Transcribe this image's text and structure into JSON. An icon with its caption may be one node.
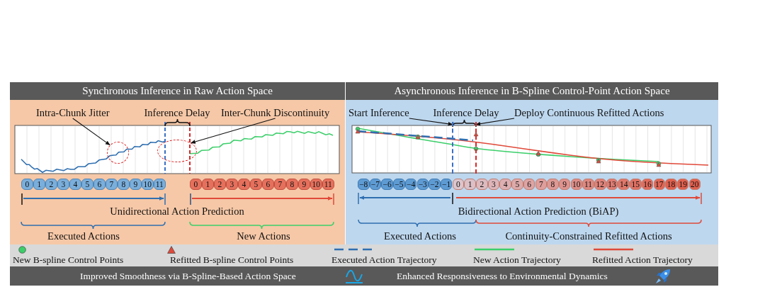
{
  "diagram": {
    "nodes": [
      {
        "text": [
          "Synchronous Inference in Raw Action Space"
        ]
      },
      {
        "text": [
          "Asynchronous Inference in B-Spline Control-Point Action Space"
        ]
      },
      {
        "text": [
          "Intra-Chunk Jitter"
        ],
        "in": 0
      },
      {
        "text": [],
        "shape": "circle",
        "in": 0
      },
      {
        "text": [
          "Inter-Chunk Discontinuity"
        ],
        "in": 0
      },
      {
        "text": [],
        "shape": "ellipse",
        "in": 0
      },
      {
        "text": [
          "0"
        ],
        "in": 0
      },
      {
        "text": [
          "1"
        ],
        "in": 0
      },
      {
        "text": [
          "2"
        ],
        "in": 0
      },
      {
        "text": [
          "3"
        ],
        "in": 0
      },
      {
        "text": [
          "4"
        ],
        "in": 0
      },
      {
        "text": [
          "5"
        ],
        "in": 0
      },
      {
        "text": [
          "6"
        ],
        "in": 0
      },
      {
        "text": [
          "7"
        ],
        "in": 0
      },
      {
        "text": [
          "8"
        ],
        "in": 0
      },
      {
        "text": [
          "9"
        ],
        "in": 0
      },
      {
        "text": [
          "10"
        ],
        "in": 0
      },
      {
        "text": [
          "11"
        ],
        "in": 0
      },
      {
        "text": [
          "0"
        ],
        "in": 0
      },
      {
        "text": [
          "1"
        ],
        "in": 0
      },
      {
        "text": [
          "2"
        ],
        "in": 0
      },
      {
        "text": [
          "3"
        ],
        "in": 0
      },
      {
        "text": [
          "4"
        ],
        "in": 0
      },
      {
        "text": [
          "5"
        ],
        "in": 0
      },
      {
        "text": [
          "6"
        ],
        "in": 0
      },
      {
        "text": [
          "7"
        ],
        "in": 0
      },
      {
        "text": [
          "8"
        ],
        "in": 0
      },
      {
        "text": [
          "9"
        ],
        "in": 0
      },
      {
        "text": [
          "10"
        ],
        "in": 0
      },
      {
        "text": [
          "11"
        ],
        "in": 0
      },
      {
        "text": [
          "Start Inference"
        ],
        "in": 1
      },
      {
        "text": [],
        "shape": "line",
        "in": 1
      },
      {
        "text": [
          "Deploy Continuous Refitted Actions"
        ],
        "in": 1
      },
      {
        "text": [],
        "shape": "line",
        "in": 1
      },
      {
        "text": [
          "−8"
        ],
        "in": 1
      },
      {
        "text": [
          "−7"
        ],
        "in": 1
      },
      {
        "text": [
          "−6"
        ],
        "in": 1
      },
      {
        "text": [
          "−5"
        ],
        "in": 1
      },
      {
        "text": [
          "−4"
        ],
        "in": 1
      },
      {
        "text": [
          "−3"
        ],
        "in": 1
      },
      {
        "text": [
          "−2"
        ],
        "in": 1
      },
      {
        "text": [
          "−1"
        ],
        "in": 1
      },
      {
        "text": [
          "0"
        ],
        "in": 1
      },
      {
        "text": [
          "1"
        ],
        "in": 1
      },
      {
        "text": [
          "2"
        ],
        "in": 1
      },
      {
        "text": [
          "3"
        ],
        "in": 1
      },
      {
        "text": [
          "4"
        ],
        "in": 1
      },
      {
        "text": [
          "5"
        ],
        "in": 1
      },
      {
        "text": [
          "6"
        ],
        "in": 1
      },
      {
        "text": [
          "7"
        ],
        "in": 1
      },
      {
        "text": [
          "8"
        ],
        "in": 1
      },
      {
        "text": [
          "9"
        ],
        "in": 1
      },
      {
        "text": [
          "10"
        ],
        "in": 1
      },
      {
        "text": [
          "11"
        ],
        "in": 1
      },
      {
        "text": [
          "12"
        ],
        "in": 1
      },
      {
        "text": [
          "13"
        ],
        "in": 1
      },
      {
        "text": [
          "14"
        ],
        "in": 1
      },
      {
        "text": [
          "15"
        ],
        "in": 1
      },
      {
        "text": [
          "16"
        ],
        "in": 1
      },
      {
        "text": [
          "17"
        ],
        "in": 1
      },
      {
        "text": [
          "18"
        ],
        "in": 1
      },
      {
        "text": [
          "19"
        ],
        "in": 1
      },
      {
        "text": [
          "20"
        ],
        "in": 1
      }
    ],
    "edges": [
      {
        "from": 2,
        "to": 3,
        "arrow": "to"
      },
      {
        "from": 4,
        "to": 5,
        "arrow": "to"
      },
      {
        "from": 30,
        "to": 31,
        "arrow": "to"
      },
      {
        "from": 32,
        "to": 33,
        "arrow": "to"
      }
    ],
    "labels": [
      "Inference Delay",
      "Unidirectional Action Prediction",
      "Executed Actions",
      "New Actions",
      "Inference Delay",
      "Bidirectional Action Prediction (BiAP)",
      "Executed Actions",
      "Continuity-Constrained Refitted Actions",
      "Improved Smoothness via B-Spline-Based Action Space",
      "Enhanced Responsiveness to Environmental Dynamics"
    ],
    "legend": [
      {
        "text": "New B-spline Control Points"
      },
      {
        "text": "Refitted B-spline Control Points"
      },
      {
        "text": "Executed Action Trajectory"
      },
      {
        "text": "New Action Trajectory"
      },
      {
        "text": "Refitted Action Trajectory"
      }
    ]
  }
}
